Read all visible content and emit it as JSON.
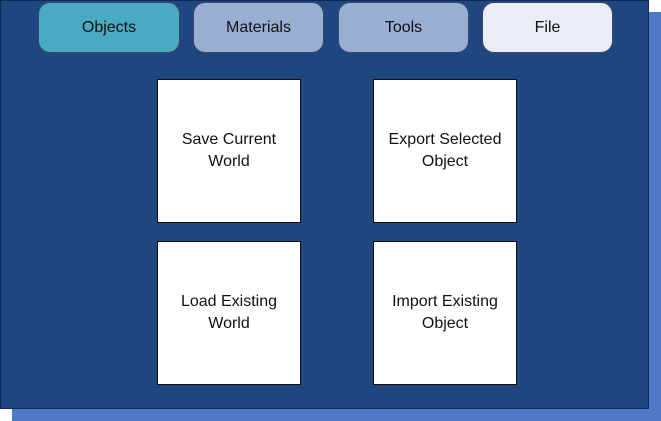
{
  "tabs": [
    {
      "label": "Objects"
    },
    {
      "label": "Materials"
    },
    {
      "label": "Tools"
    },
    {
      "label": "File"
    }
  ],
  "tiles": [
    {
      "label": "Save Current World"
    },
    {
      "label": "Export Selected Object"
    },
    {
      "label": "Load Existing World"
    },
    {
      "label": "Import Existing Object"
    }
  ],
  "colors": {
    "panel": "#1f4680",
    "shadow": "#4f79c3",
    "active_tab": "#4aaac2",
    "inactive_tab": "#98afd3",
    "file_tab": "#e9edf6"
  }
}
